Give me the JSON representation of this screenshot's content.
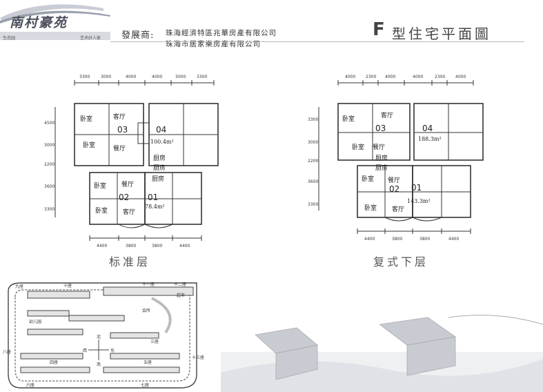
{
  "brand": {
    "name": "南村豪苑",
    "tag_left": "生态园",
    "tag_right": "艺术好人家"
  },
  "developer": {
    "label": "發展商:",
    "line1": "珠海經濟特區兆華房產有限公司",
    "line2": "珠海市居家樂房產有限公司"
  },
  "title": {
    "letter": "F",
    "rest": "型住宅平面圖"
  },
  "standard_floor": {
    "caption": "标准层",
    "top_dims": [
      "3300",
      "3000",
      "4000",
      "4000",
      "3000",
      "3300"
    ],
    "bottom_dims": [
      "4400",
      "3800",
      "3800",
      "4400"
    ],
    "side_dims": [
      "4500",
      "3000",
      "2200",
      "3600",
      "3300"
    ],
    "units": [
      {
        "no": "03",
        "rooms": [
          "卧室",
          "客厅",
          "卧室",
          "餐厅"
        ]
      },
      {
        "no": "04",
        "area": "100.4m²",
        "rooms": [
          "厨房",
          "厨房"
        ]
      },
      {
        "no": "02",
        "rooms": [
          "卧室",
          "餐厅",
          "卧室",
          "客厅"
        ]
      },
      {
        "no": "01",
        "area": "78.4m²",
        "rooms": [
          "厨房"
        ]
      }
    ]
  },
  "duplex_floor": {
    "caption": "复式下层",
    "top_dims": [
      "4000",
      "2300",
      "4000",
      "4000",
      "2300",
      "4000"
    ],
    "bottom_dims": [
      "4400",
      "3800",
      "3800",
      "4400"
    ],
    "side_dims": [
      "3300",
      "3000",
      "2200",
      "3600",
      "3300"
    ],
    "units": [
      {
        "no": "03",
        "rooms": [
          "卧室",
          "客厅",
          "卧室",
          "餐厅"
        ]
      },
      {
        "no": "04",
        "area": "188.3m²",
        "rooms": [
          "厨房",
          "厨房"
        ]
      },
      {
        "no": "02",
        "rooms": [
          "卧室",
          "餐厅",
          "卧室",
          "客厅"
        ]
      },
      {
        "no": "01",
        "area": "143.3m²",
        "rooms": []
      }
    ]
  },
  "site_plan": {
    "labels": [
      "九座",
      "十座",
      "十一座",
      "十二座",
      "超市",
      "幼儿园",
      "会所",
      "八座",
      "四座",
      "三座",
      "五座",
      "六座",
      "七座",
      "十三座"
    ],
    "compass": {
      "n": "北",
      "s": "南",
      "e": "东",
      "w": "西"
    }
  }
}
